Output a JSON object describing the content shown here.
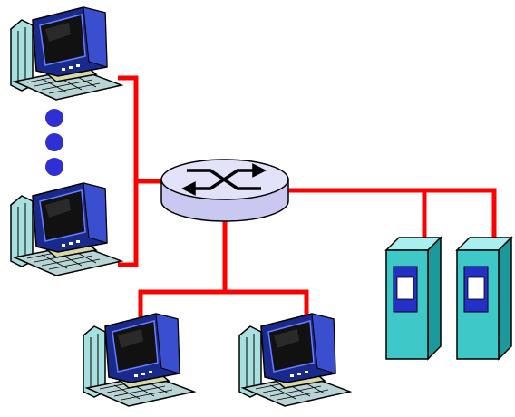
{
  "diagram": {
    "type": "network-topology",
    "colors": {
      "link": "#ff0000",
      "switch_body": "#c8c8f0",
      "switch_top": "#e2e2f8",
      "switch_symbol": "#000000",
      "ellipsis_dots": "#2f2fd4",
      "monitor_frame": "#1a2a8c",
      "monitor_screen": "#111111",
      "monitor_stand": "#d7d7a8",
      "tower_side": "#a8e0e0",
      "keyboard": "#b9d4d4",
      "server_body": "#3ec8c8",
      "server_side": "#1a9a9a",
      "server_window": "#2530c8"
    },
    "nodes": [
      {
        "kind": "workstation",
        "name": "host-top-left"
      },
      {
        "kind": "ellipsis",
        "name": "more-hosts"
      },
      {
        "kind": "workstation",
        "name": "host-mid-left"
      },
      {
        "kind": "switch",
        "name": "central-switch"
      },
      {
        "kind": "workstation",
        "name": "host-bottom-left"
      },
      {
        "kind": "workstation",
        "name": "host-bottom-right"
      },
      {
        "kind": "server",
        "name": "server-left"
      },
      {
        "kind": "server",
        "name": "server-right"
      }
    ]
  }
}
